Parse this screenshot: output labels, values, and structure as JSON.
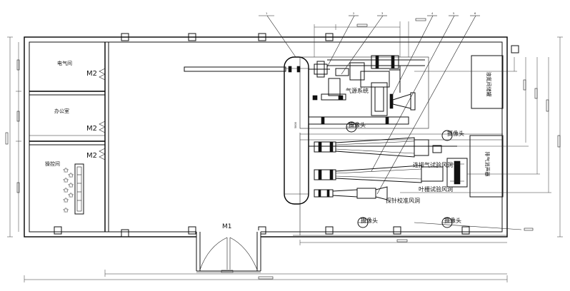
{
  "rooms": {
    "electrical": "电气间",
    "office": "办公室",
    "control": "操控间",
    "gas_station": "液氮间储罐",
    "exhaust": "排气消声器"
  },
  "doors": {
    "m1": "M1",
    "m2": "M2"
  },
  "labels": {
    "gas_source_system": "气源系统",
    "camera": "摄像头",
    "exhaust_duct": "连排气试验风洞",
    "cascade_duct": "叶栅试验风洞",
    "probe_duct": "探针校准风洞"
  },
  "leaders": [
    "1",
    "2",
    "3",
    "4",
    "5",
    "6"
  ]
}
